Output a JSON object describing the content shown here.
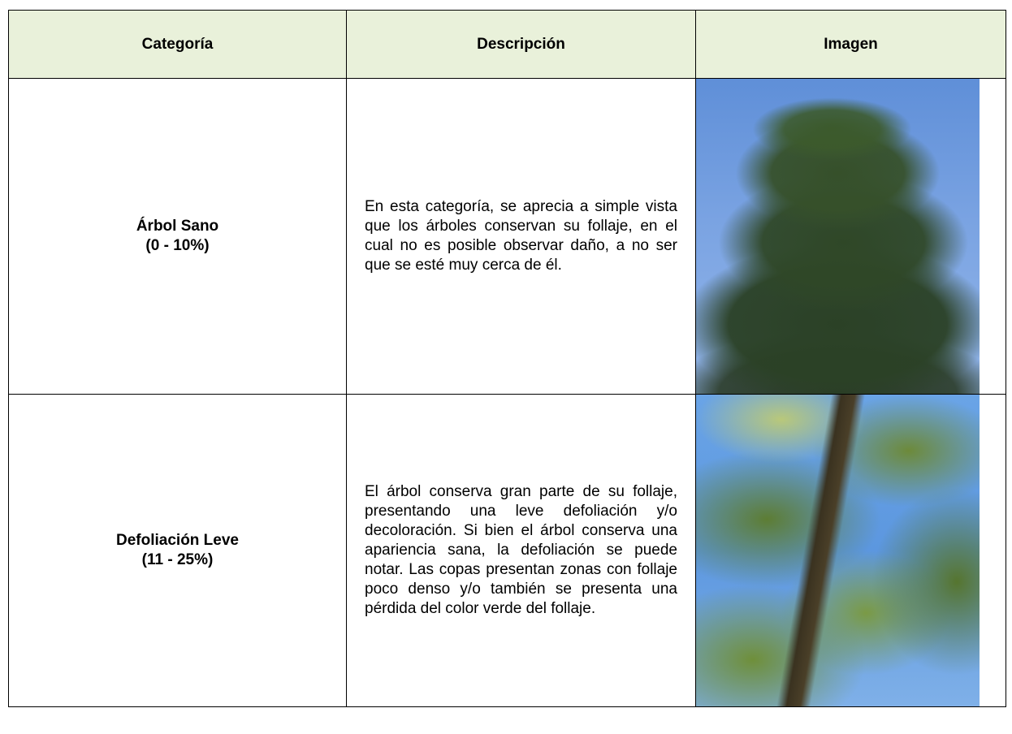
{
  "table": {
    "headers": {
      "categoria": "Categoría",
      "descripcion": "Descripción",
      "imagen": "Imagen"
    },
    "rows": [
      {
        "category_name": "Árbol Sano",
        "category_range": "(0 - 10%)",
        "description": "En esta categoría, se aprecia a simple vista que los árboles conservan su follaje, en el cual no es posible observar daño, a no ser que se esté muy cerca de él.",
        "image_icon": "healthy-tree-photo"
      },
      {
        "category_name": "Defoliación Leve",
        "category_range": "(11 - 25%)",
        "description": "El árbol conserva gran parte de su follaje, presentando una leve defoliación y/o decoloración. Si bien el árbol conserva una apariencia sana, la defoliación se puede notar. Las copas presentan zonas con follaje poco denso y/o también se presenta una pérdida del color verde del follaje.",
        "image_icon": "light-defoliation-tree-photo"
      }
    ]
  },
  "colors": {
    "header_background": "#e9f1da",
    "border": "#000000"
  }
}
